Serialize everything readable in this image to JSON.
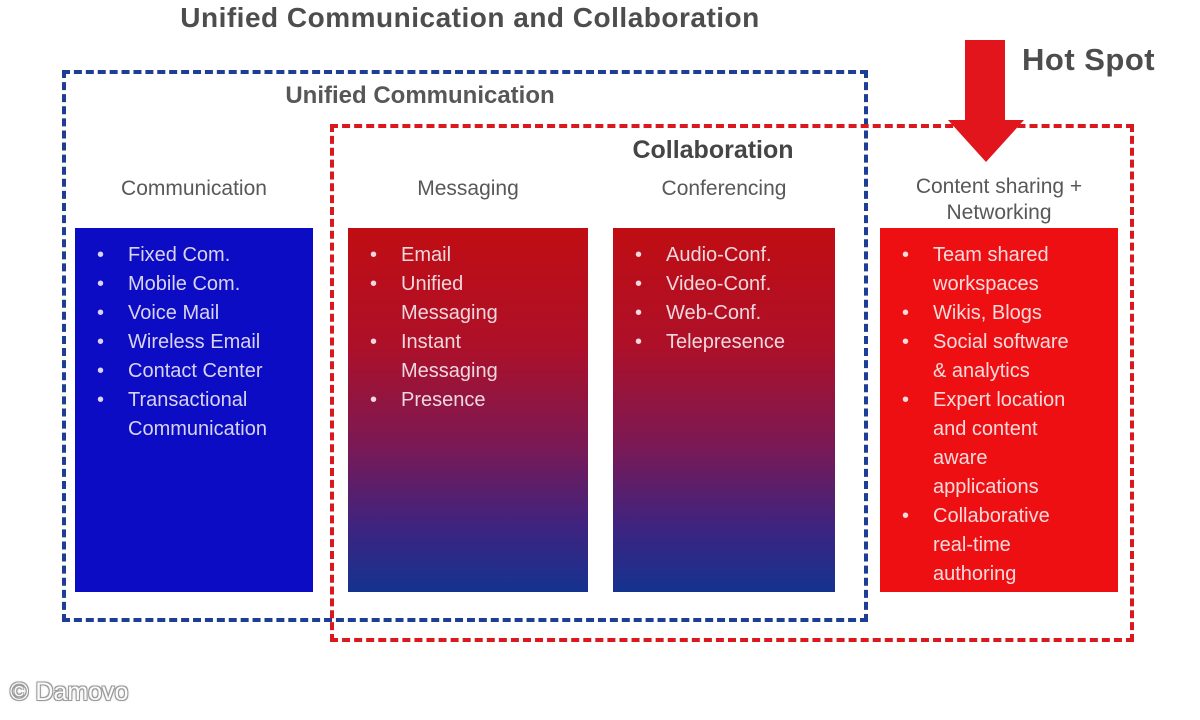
{
  "title": "Unified Communication and Collaboration",
  "watermark": "© Damovo",
  "bullet": "•",
  "hot_spot": {
    "label": "Hot Spot",
    "color": "#e1151b"
  },
  "groups": {
    "unified_communication": {
      "label": "Unified Communication",
      "border_color": "#1e3e96"
    },
    "collaboration": {
      "label": "Collaboration",
      "border_color": "#da191f"
    }
  },
  "columns": [
    {
      "header": "Communication",
      "fill": "#0b0cc4",
      "items": [
        "Fixed Com.",
        "Mobile Com.",
        "Voice Mail",
        "Wireless Email",
        "Contact Center",
        "Transactional Communication"
      ]
    },
    {
      "header": "Messaging",
      "fill_top": "#c00d13",
      "fill_bottom": "#14338f",
      "items": [
        "Email",
        "Unified Messaging",
        "Instant Messaging",
        "Presence"
      ]
    },
    {
      "header": "Conferencing",
      "fill_top": "#c00d13",
      "fill_bottom": "#14338f",
      "items": [
        "Audio-Conf.",
        "Video-Conf.",
        "Web-Conf.",
        "Telepresence"
      ]
    },
    {
      "header": "Content sharing + Networking",
      "fill": "#ee0f13",
      "items": [
        "Team shared workspaces",
        "Wikis, Blogs",
        "Social software & analytics",
        "Expert location and content aware applications",
        "Collaborative real-time authoring"
      ]
    }
  ]
}
